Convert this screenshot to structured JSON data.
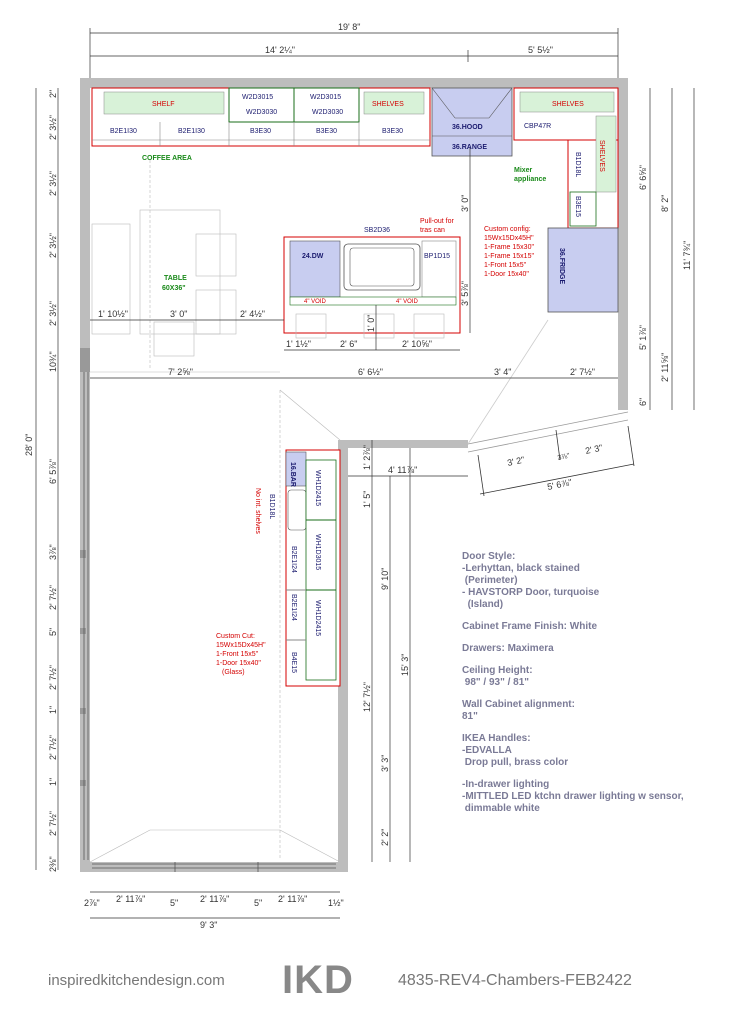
{
  "dimensions": {
    "overall_width": "19' 8\"",
    "top_left_run": "14' 2¼\"",
    "top_right_run": "5' 5½\"",
    "left_total": "28' 0\"",
    "right_upper": "11' 7¾\"",
    "right_8_2": "8' 2\"",
    "right_6_6": "6' 6⅝\"",
    "right_5_1": "5' 1⅞\"",
    "right_2_11": "2' 11⅝\"",
    "right_6": "6\"",
    "island_3_0": "3' 0\"",
    "island_3_5": "3' 5⅞\"",
    "island_1_0": "1' 0\"",
    "seat_1_1": "1' 1½\"",
    "seat_2_6": "2' 6\"",
    "seat_2_10": "2' 10⅝\"",
    "table_1_10": "1' 10½\"",
    "table_3_0": "3' 0\"",
    "table_2_4": "2' 4½\"",
    "mid_7_2": "7' 2⅝\"",
    "mid_6_6": "6' 6½\"",
    "mid_3_4": "3' 4\"",
    "mid_2_7": "2' 7½\"",
    "angled_3_2": "3' 2\"",
    "angled_2_3": "2' 3\"",
    "angled_5_6": "5' 6⅞\"",
    "angled_small": "3⅞\"",
    "bar_4_11": "4' 11⅞\"",
    "bar_1_2": "1' 2⅞\"",
    "bar_1_5": "1' 5\"",
    "bar_9_10": "9' 10\"",
    "bar_15_3": "15' 3\"",
    "bar_12_7": "12' 7½\"",
    "bar_3_3": "3' 3\"",
    "bar_2_2": "2' 2\"",
    "bottom_9_3": "9' 3\"",
    "bottom_2_11_a": "2' 11⅞\"",
    "bottom_2_11_b": "2' 11⅞\"",
    "bottom_2_11_c": "2' 11⅞\"",
    "bottom_2_left": "2⅞\"",
    "bottom_1_right": "1½\"",
    "bottom_5_a": "5\"",
    "bottom_5_b": "5\"",
    "left_top": "2\"",
    "left_2_3_a": "2' 3½\"",
    "left_2_3_b": "2' 3½\"",
    "left_2_3_c": "2' 3½\"",
    "left_2_3_d": "2' 3½\"",
    "left_10": "10¾\"",
    "left_6_5": "6' 5⅞\"",
    "left_3": "3⅞\"",
    "left_2_7_a": "2' 7½\"",
    "left_5": "5\"",
    "left_2_7_b": "2' 7½\"",
    "left_1_a": "1\"",
    "left_2_7_c": "2' 7½\"",
    "left_1_b": "1\"",
    "left_2_7_d": "2' 7½\"",
    "left_2_bottom": "2⅜\""
  },
  "cabinets": {
    "shelf": "SHELF",
    "b2e1i30_a": "B2E1I30",
    "b2e1i30_b": "B2E1I30",
    "w2d3015_a": "W2D3015",
    "w2d3030_a": "W2D3030",
    "w2d3015_b": "W2D3015",
    "w2d3030_b": "W2D3030",
    "b3e30_a": "B3E30",
    "b3e30_b": "B3E30",
    "shelves_a": "SHELVES",
    "b3e30_c": "B3E30",
    "hood": "36.HOOD",
    "range": "36.RANGE",
    "shelves_b": "SHELVES",
    "cbp47r": "CBP47R",
    "b1d18l": "B1D18L",
    "shelves_c": "SHELVES",
    "b3e15": "B3E15",
    "fridge": "36.FRIDGE",
    "sb2d36": "SB2D36",
    "dw": "24.DW",
    "bp1d15": "BP1D15",
    "void_a": "4\" VOID",
    "void_b": "4\" VOID",
    "bar": "16.BAR",
    "wh1d2415_a": "WH1D2415",
    "wh1d3015": "WH1D3015",
    "wh1d2415_b": "WH1D2415",
    "b2e1i24_a": "B2E1I24",
    "b2e1i24_b": "B2E1I24",
    "b4e15": "B4E15",
    "b1d18l_b": "B1D18L"
  },
  "annotations": {
    "coffee": "COFFEE AREA",
    "table1": "TABLE",
    "table2": "60X36\"",
    "mixer1": "Mixer",
    "mixer2": "appliance",
    "pullout1": "Pull-out for",
    "pullout2": "tras can",
    "custom1": "Custom config:",
    "custom2": "15Wx15Dx45H\"",
    "custom3": "1-Frame 15x30\"",
    "custom4": "1-Frame 15x15\"",
    "custom5": "1-Front 15x5\"",
    "custom6": "1-Door 15x40\"",
    "noint1": "No int. shelves",
    "cut1": "Custom Cut:",
    "cut2": "15Wx15Dx45H\"",
    "cut3": "1-Front 15x5\"",
    "cut4": "1-Door 15x40\"",
    "cut5": "(Glass)"
  },
  "notes": {
    "door_title": "Door Style:",
    "door_1": "-Lerhyttan, black stained",
    "door_2": "(Perimeter)",
    "door_3": "- HAVSTORP Door, turquoise",
    "door_4": "(Island)",
    "frame": "Cabinet Frame Finish: White",
    "drawers": "Drawers: Maximera",
    "ceiling_title": "Ceiling Height:",
    "ceiling_val": "98\" / 93\" / 81\"",
    "wall_title": "Wall Cabinet alignment:",
    "wall_val": "81\"",
    "handles_title": "IKEA Handles:",
    "handles_1": "-EDVALLA",
    "handles_2": "Drop pull, brass color",
    "light_1": "-In-drawer lighting",
    "light_2": "-MITTLED LED ktchn drawer lighting w sensor,",
    "light_3": "dimmable white"
  },
  "footer": {
    "site": "inspiredkitchendesign.com",
    "logo": "IKD",
    "ref": "4835-REV4-Chambers-FEB2422"
  },
  "colors": {
    "wall": "#bdbdbd",
    "cabinet_red": "#d40000",
    "shelf_green": "#d8f2d8",
    "appliance": "#c8cdf0",
    "dim": "#333333"
  }
}
